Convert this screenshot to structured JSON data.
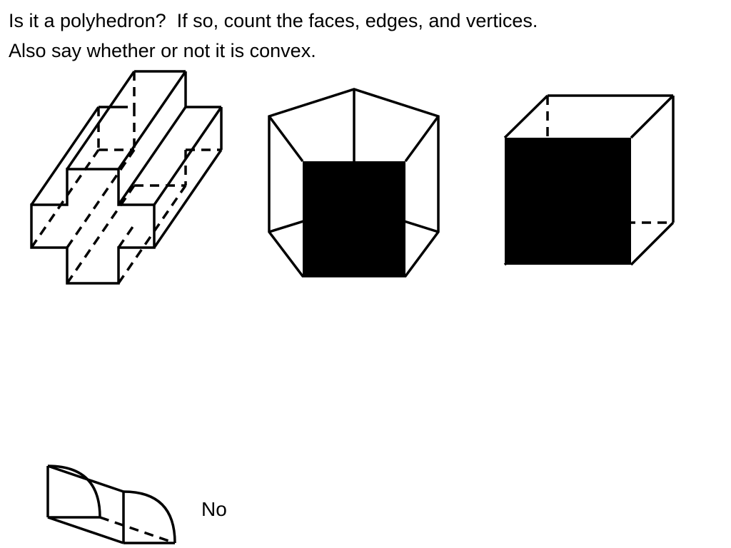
{
  "question": {
    "line1": "Is it a polyhedron?  If so, count the faces, edges, and vertices.",
    "line2": "Also say whether or not it is convex."
  },
  "figures": [
    {
      "name": "cross-prism"
    },
    {
      "name": "pentagonal-prism"
    },
    {
      "name": "cube"
    },
    {
      "name": "quarter-cylinder",
      "answer": "No"
    }
  ]
}
